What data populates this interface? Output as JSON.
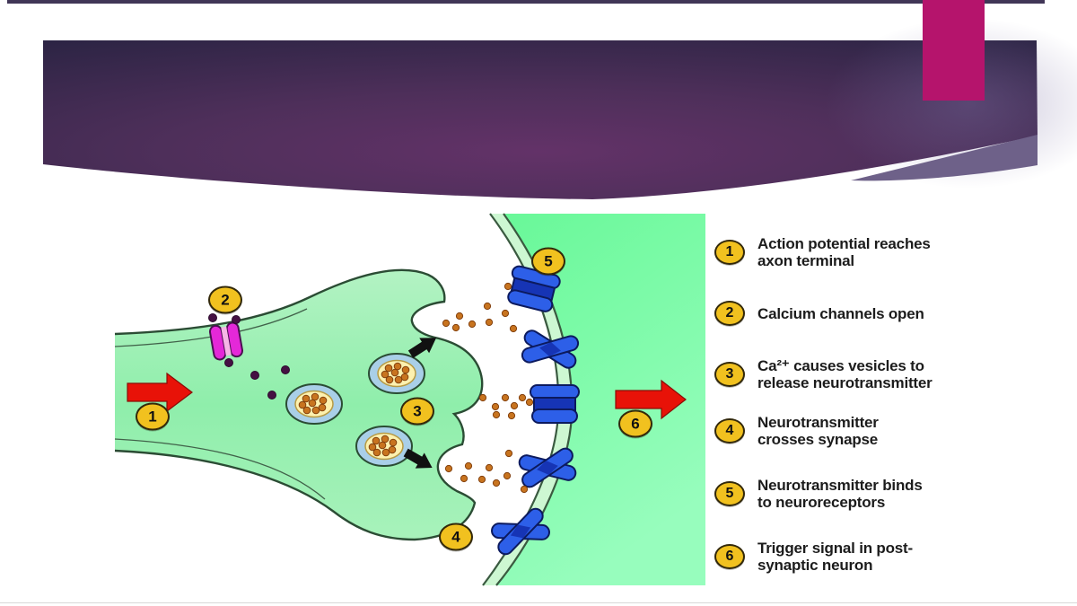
{
  "slide_type": "presentation-slide-synapse-diagram",
  "colors": {
    "accent_bar": "#b5146c",
    "banner_center": "#5e3065",
    "banner_edge": "#2c2444",
    "banner_wedge": "#6e6189",
    "top_strip": "#413657",
    "arrow_red": "#e81208",
    "badge_yellow": "#f1c11f",
    "receptor_blue": "#2d5fe8",
    "receptor_dark_blue": "#1634b5",
    "presynaptic_green": "#8feeab",
    "postsynaptic_green": "#74f9a1",
    "membrane_band_green": "#cdf7d2",
    "vesicle_ring_blue": "#a9cfe8",
    "vesicle_core_yellow": "#fdf1af",
    "neurotransmitter_brown": "#c8741f",
    "calcium_ion_purple": "#451043",
    "channel_magenta": "#e428d8"
  },
  "diagram": {
    "badges": [
      {
        "number": "1"
      },
      {
        "number": "2"
      },
      {
        "number": "3"
      },
      {
        "number": "4"
      },
      {
        "number": "5"
      },
      {
        "number": "6"
      }
    ]
  },
  "legend": {
    "items": [
      {
        "number": "1",
        "lines": [
          "Action potential reaches",
          "axon terminal"
        ]
      },
      {
        "number": "2",
        "lines": [
          "Calcium channels open"
        ]
      },
      {
        "number": "3",
        "lines": [
          "Ca²⁺ causes vesicles to",
          "release neurotransmitter"
        ]
      },
      {
        "number": "4",
        "lines": [
          "Neurotransmitter",
          "crosses synapse"
        ]
      },
      {
        "number": "5",
        "lines": [
          "Neurotransmitter binds",
          "to neuroreceptors"
        ]
      },
      {
        "number": "6",
        "lines": [
          "Trigger signal in post-",
          "synaptic neuron"
        ]
      }
    ]
  }
}
